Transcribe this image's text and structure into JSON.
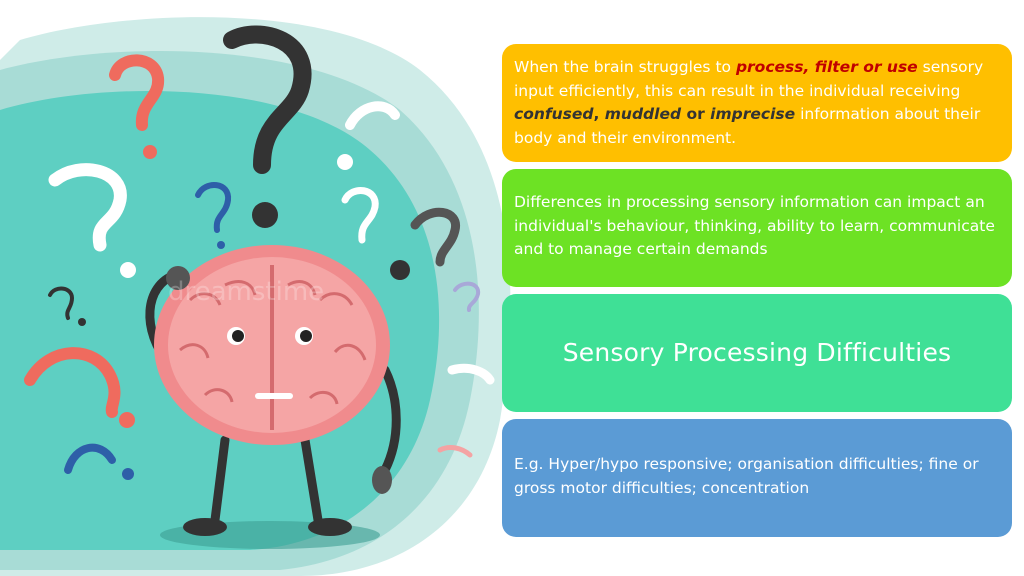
{
  "boxes": [
    {
      "p1": "When the brain struggles to ",
      "em1": "process, filter or use",
      "p2": " sensory input efficiently, this can result in the individual receiving ",
      "em2": "confused",
      "p3": ", ",
      "em3": "muddled",
      "p4": " or ",
      "em4": "imprecise",
      "p5": " information about their body and their environment.",
      "color": "#ffbf00"
    },
    {
      "text": "Differences in processing sensory information can impact an individual's behaviour, thinking, ability to learn, communicate and to manage certain demands",
      "color": "#6de224"
    },
    {
      "text": "Sensory Processing Difficulties",
      "color": "#3fe096"
    },
    {
      "text": "E.g. Hyper/hypo responsive; organisation difficulties; fine or gross motor difficulties; concentration",
      "color": "#5b9bd5"
    }
  ],
  "illustration": {
    "icon": "confused-brain-icon",
    "watermark": "dreamstime"
  }
}
